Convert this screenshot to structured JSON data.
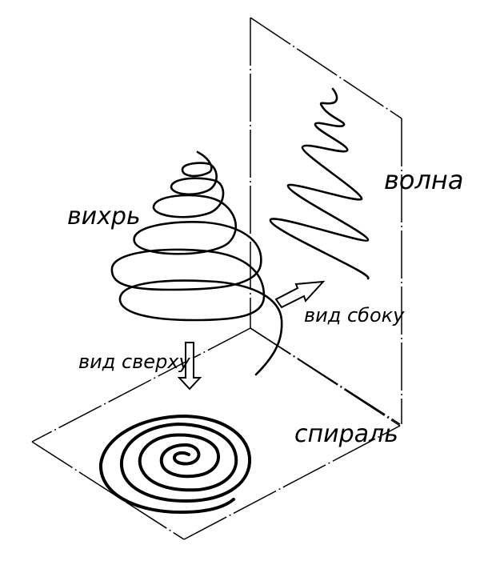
{
  "diagram": {
    "labels": {
      "vortex": "вихрь",
      "wave": "волна",
      "side_view": "вид сбоку",
      "top_view": "вид сверху",
      "spiral": "спираль"
    },
    "colors": {
      "ink": "#000000",
      "background": "#ffffff"
    }
  }
}
